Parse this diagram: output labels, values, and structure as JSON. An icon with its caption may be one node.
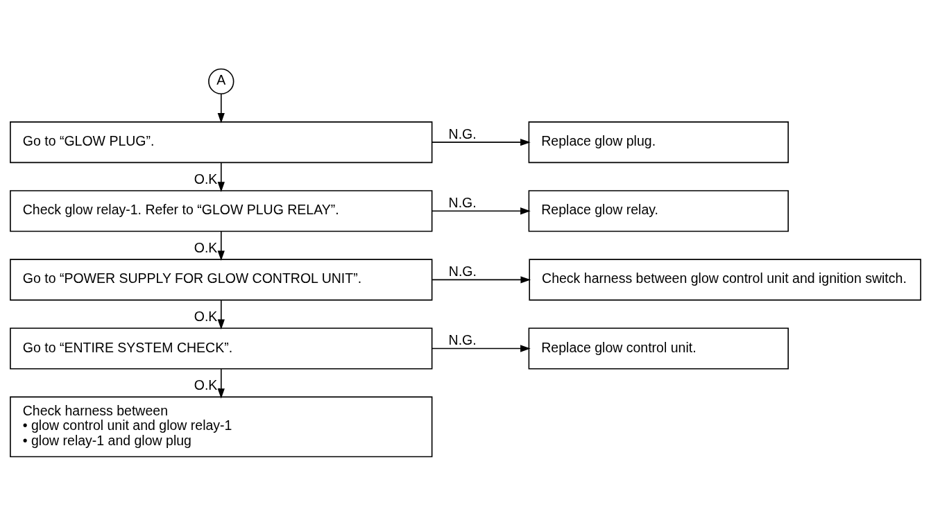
{
  "diagram": {
    "nodes": [
      {
        "text": [
          "A"
        ]
      },
      {
        "text": [
          "Go to “GLOW PLUG”."
        ]
      },
      {
        "text": [
          "Replace glow plug."
        ]
      },
      {
        "text": [
          "Check glow relay-1. Refer to “GLOW PLUG RELAY”."
        ]
      },
      {
        "text": [
          "Replace glow relay."
        ]
      },
      {
        "text": [
          "Go to “POWER SUPPLY FOR GLOW CONTROL UNIT”."
        ]
      },
      {
        "text": [
          "Check harness between glow control unit and ignition switch."
        ]
      },
      {
        "text": [
          "Go to “ENTIRE SYSTEM CHECK”."
        ]
      },
      {
        "text": [
          "Replace glow control unit."
        ]
      },
      {
        "text": [
          "Check harness between",
          "• glow control unit and glow relay-1",
          "• glow relay-1 and glow plug"
        ]
      }
    ],
    "edges": [
      {
        "from": 0,
        "to": 1,
        "arrow": "to"
      },
      {
        "from": 1,
        "to": 2,
        "arrow": "to",
        "label": "N.G."
      },
      {
        "from": 1,
        "to": 3,
        "arrow": "to",
        "label": "O.K."
      },
      {
        "from": 3,
        "to": 4,
        "arrow": "to",
        "label": "N.G."
      },
      {
        "from": 3,
        "to": 5,
        "arrow": "to",
        "label": "O.K."
      },
      {
        "from": 5,
        "to": 6,
        "arrow": "to",
        "label": "N.G."
      },
      {
        "from": 5,
        "to": 7,
        "arrow": "to",
        "label": "O.K."
      },
      {
        "from": 7,
        "to": 8,
        "arrow": "to",
        "label": "N.G."
      },
      {
        "from": 7,
        "to": 9,
        "arrow": "to",
        "label": "O.K."
      }
    ]
  }
}
